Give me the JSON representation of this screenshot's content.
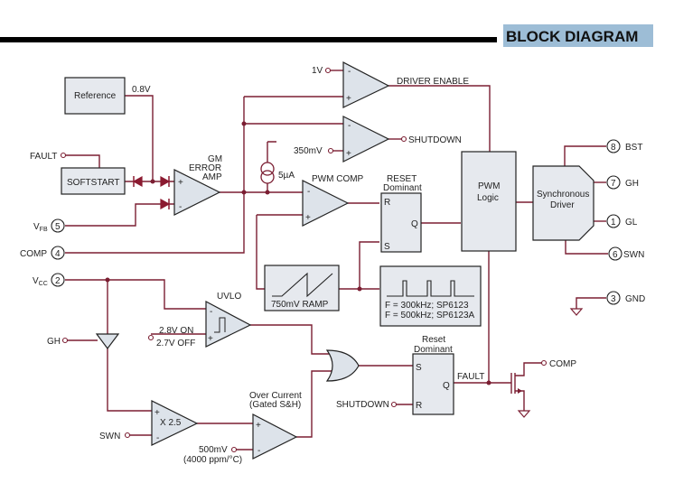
{
  "header": {
    "title": "BLOCK DIAGRAM",
    "title_bg": "#9dbdd6"
  },
  "colors": {
    "wire": "#7b1e32",
    "block_fill": "#e6e9ee"
  },
  "blocks": {
    "reference": "Reference",
    "reference_out": "0.8V",
    "softstart": "SOFTSTART",
    "error_amp": [
      "GM",
      "ERROR",
      "AMP"
    ],
    "current_source": "5µA",
    "pwm_comp": "PWM COMP",
    "reset_dominant_top": [
      "RESET",
      "Dominant"
    ],
    "pwm_logic": [
      "PWM",
      "Logic"
    ],
    "sync_driver": [
      "Synchronous",
      "Driver"
    ],
    "ramp": "750mV RAMP",
    "oscillator": [
      "F = 300kHz; SP6123",
      "F = 500kHz; SP6123A"
    ],
    "uvlo": "UVLO",
    "uvlo_ref": [
      "2.8V ON",
      "2.7V OFF"
    ],
    "gain_amp": "X 2.5",
    "over_current": [
      "Over Current",
      "(Gated S&H)"
    ],
    "oc_ref": [
      "500mV",
      "(4000 ppm/°C)"
    ],
    "reset_dominant_bottom": [
      "Reset",
      "Dominant"
    ],
    "driver_enable": "DRIVER ENABLE",
    "shutdown_out": "SHUTDOWN",
    "ref_1v": "1V",
    "ref_350mv": "350mV",
    "fault_label": "FAULT",
    "shutdown_in": "SHUTDOWN",
    "comp_out": "COMP"
  },
  "latch_pins": {
    "r": "R",
    "s": "S",
    "q": "Q"
  },
  "signs": {
    "plus": "+",
    "minus": "-"
  },
  "pins": [
    {
      "num": "5",
      "name": "VFB",
      "main": "V",
      "sub": "FB"
    },
    {
      "num": "4",
      "name": "COMP"
    },
    {
      "num": "2",
      "name": "VCC",
      "main": "V",
      "sub": "CC"
    },
    {
      "num": "8",
      "name": "BST"
    },
    {
      "num": "7",
      "name": "GH"
    },
    {
      "num": "1",
      "name": "GL"
    },
    {
      "num": "6",
      "name": "SWN"
    },
    {
      "num": "3",
      "name": "GND"
    }
  ],
  "inputs": {
    "fault": "FAULT",
    "gh": "GH",
    "swn": "SWN"
  }
}
